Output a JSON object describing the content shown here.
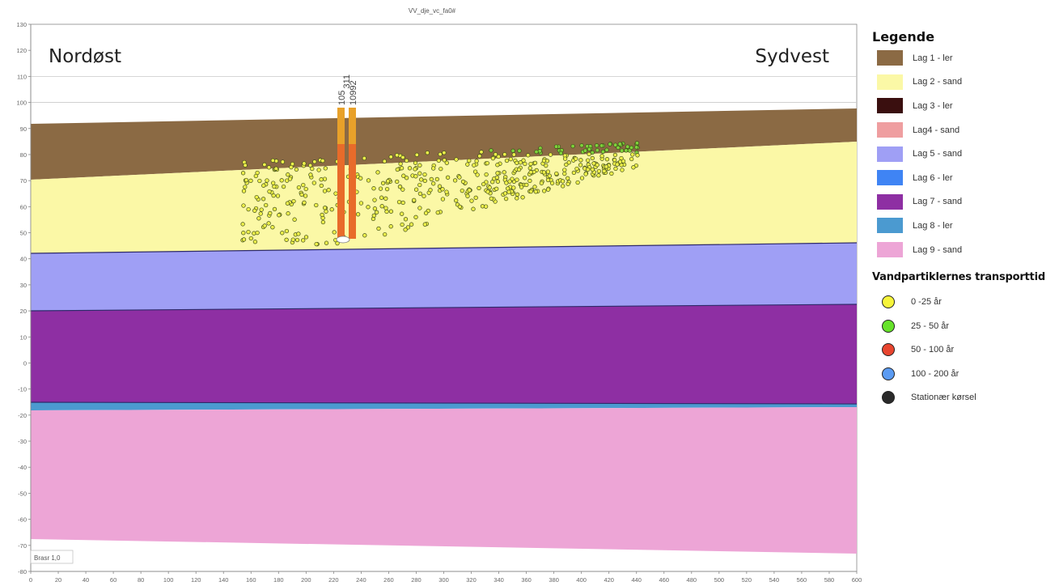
{
  "plot": {
    "title": "VV_dje_vc_fa0#",
    "left_label": "Nordøst",
    "right_label": "Sydvest",
    "bottom_box_label": "Brasr 1,0",
    "y_ticks": [
      "130",
      "120",
      "110",
      "100",
      "90",
      "80",
      "70",
      "60",
      "50",
      "40",
      "30",
      "20",
      "10",
      "0",
      "-10",
      "-20",
      "-30",
      "-40",
      "-50",
      "-60",
      "-70",
      "-80"
    ],
    "x_ticks": [
      "0",
      "20",
      "40",
      "60",
      "80",
      "100",
      "120",
      "140",
      "160",
      "180",
      "200",
      "220",
      "240",
      "260",
      "280",
      "300",
      "320",
      "340",
      "360",
      "380",
      "400",
      "420",
      "440",
      "460",
      "480",
      "500",
      "520",
      "540",
      "560",
      "580",
      "600"
    ],
    "wells": [
      {
        "label_top": "311",
        "label_bottom": "105",
        "label_extra": "10992"
      }
    ]
  },
  "legend": {
    "title": "Legende",
    "layers": [
      {
        "label": "Lag 1 - ler",
        "color": "#8b6a44"
      },
      {
        "label": "Lag 2 - sand",
        "color": "#fbf8a6"
      },
      {
        "label": "Lag 3 - ler",
        "color": "#3a0f0f"
      },
      {
        "label": "Lag4 - sand",
        "color": "#ef9ea0"
      },
      {
        "label": "Lag 5 - sand",
        "color": "#9f9ff5"
      },
      {
        "label": "Lag 6 - ler",
        "color": "#3f84f4"
      },
      {
        "label": "Lag 7 - sand",
        "color": "#8e2fa3"
      },
      {
        "label": "Lag 8 - ler",
        "color": "#4b9ad0"
      },
      {
        "label": "Lag 9 - sand",
        "color": "#eda5d6"
      }
    ],
    "transport_title": "Vandpartiklernes transporttid",
    "transport": [
      {
        "label": "0 -25 år",
        "color": "#f6f43a"
      },
      {
        "label": "25 - 50 år",
        "color": "#66e22a"
      },
      {
        "label": "50 - 100 år",
        "color": "#e8452f"
      },
      {
        "label": "100 - 200 år",
        "color": "#5b9bf2"
      },
      {
        "label": "Stationær kørsel",
        "color": "#2a2a2a"
      }
    ]
  }
}
